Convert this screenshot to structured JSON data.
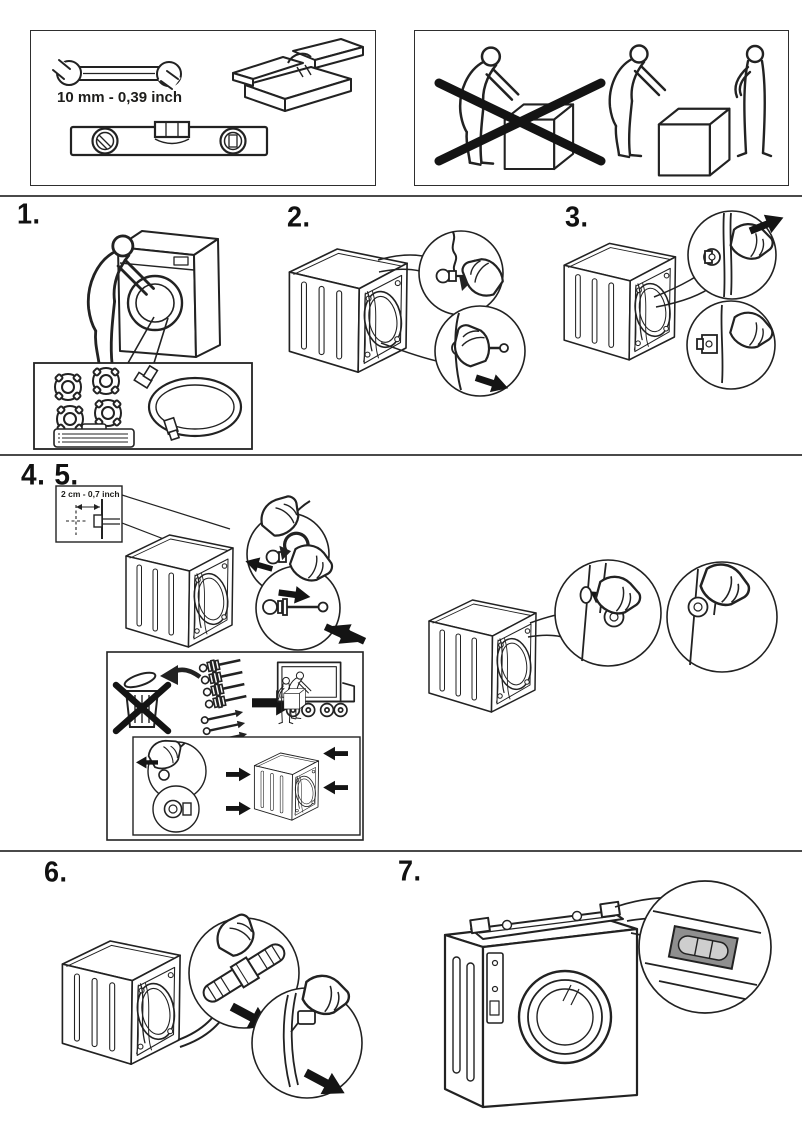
{
  "page": {
    "background": "#ffffff",
    "ink": "#1d1d1b",
    "divider_color": "#4a4a4a"
  },
  "tools_box": {
    "wrench_size_label": "10 mm - 0,39 inch",
    "icons": [
      "open-end-wrench-icon",
      "toolbox-icon",
      "spirit-level-icon"
    ]
  },
  "lifting_box": {
    "icons": [
      "one-person-lift-prohibited-icon",
      "two-person-lift-icon"
    ]
  },
  "steps": {
    "step1_label": "1.",
    "step2_label": "2.",
    "step3_label": "3.",
    "step4_label": "4.",
    "step5_label": "5.",
    "step6_label": "6.",
    "step7_label": "7."
  },
  "step4_5": {
    "bolt_gap_label": "2 cm - 0,7 inch"
  }
}
